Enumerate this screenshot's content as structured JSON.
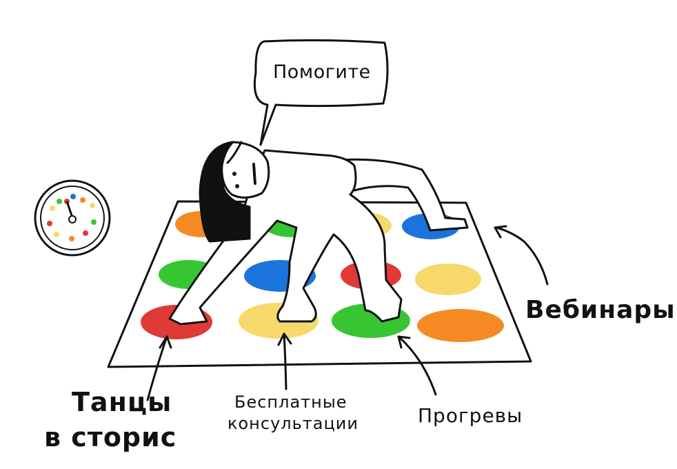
{
  "speech_bubble": {
    "text": "Помогите"
  },
  "labels": {
    "webinars": "Вебинары",
    "dances_line1": "Танцы",
    "dances_line2": "в сторис",
    "free_consult_line1": "Бесплатные",
    "free_consult_line2": "консультации",
    "warmups": "Прогревы"
  },
  "colors": {
    "red": "#df3a36",
    "yellow": "#f6d96a",
    "green": "#38c532",
    "blue": "#1b74dc",
    "orange": "#f58a24",
    "ink": "#111111"
  }
}
